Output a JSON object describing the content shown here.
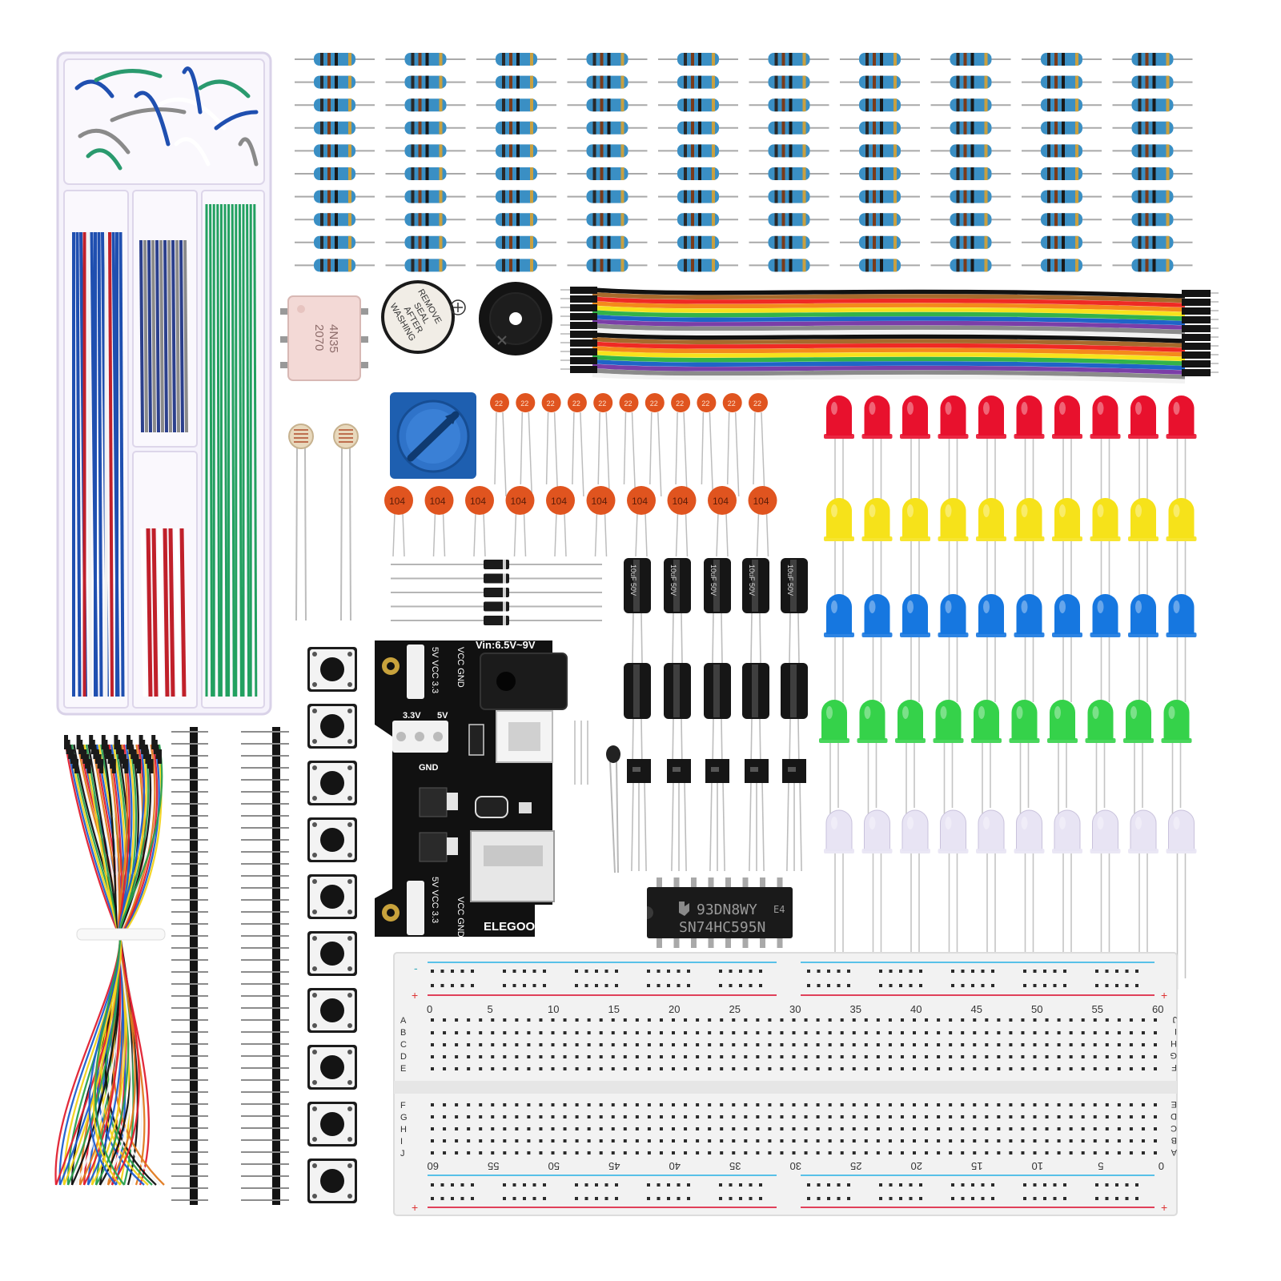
{
  "optocoupler": {
    "part": "4N35",
    "code": "2070"
  },
  "buzzer_sticker": [
    "REMOVE",
    "SEAL",
    "AFTER",
    "WASHING"
  ],
  "capacitor_small_label": "22",
  "capacitor_ceramic_label": "104",
  "electrolytic_label": "10uF 50V",
  "power_module": {
    "vin": "Vin:6.5V~9V",
    "top_jumper": "5V  VCC  3.3",
    "top_jumper_gnd": "VCC GND",
    "mid_33": "3.3V",
    "mid_5v": "5V",
    "gnd": "GND",
    "bottom_jumper": "5V  VCC  3.3",
    "bottom_jumper_gnd": "VCC GND",
    "brand": "ELEGOO"
  },
  "ic": {
    "line1": "93DN8WY",
    "line2": "SN74HC595N",
    "mark": "E4"
  },
  "breadboard": {
    "top_numbers": [
      "0",
      "5",
      "10",
      "15",
      "20",
      "25",
      "30",
      "35",
      "40",
      "45",
      "50",
      "55",
      "60"
    ],
    "bottom_numbers": [
      "60",
      "55",
      "50",
      "45",
      "40",
      "35",
      "30",
      "25",
      "20",
      "15",
      "10",
      "5",
      "0"
    ],
    "rows_upper": [
      "A",
      "B",
      "C",
      "D",
      "E"
    ],
    "rows_lower": [
      "F",
      "G",
      "H",
      "I",
      "J"
    ],
    "plus": "+",
    "minus": "-"
  },
  "colors": {
    "led_red": "#e8112d",
    "led_yellow": "#f6e21a",
    "led_blue": "#1677e0",
    "led_green": "#35d24a",
    "led_white": "#e8e4f4",
    "resistor_body": "#3a8fc4",
    "capacitor": "#e0541f",
    "pcb": "#111111",
    "potentiometer": "#1e5fb0"
  }
}
